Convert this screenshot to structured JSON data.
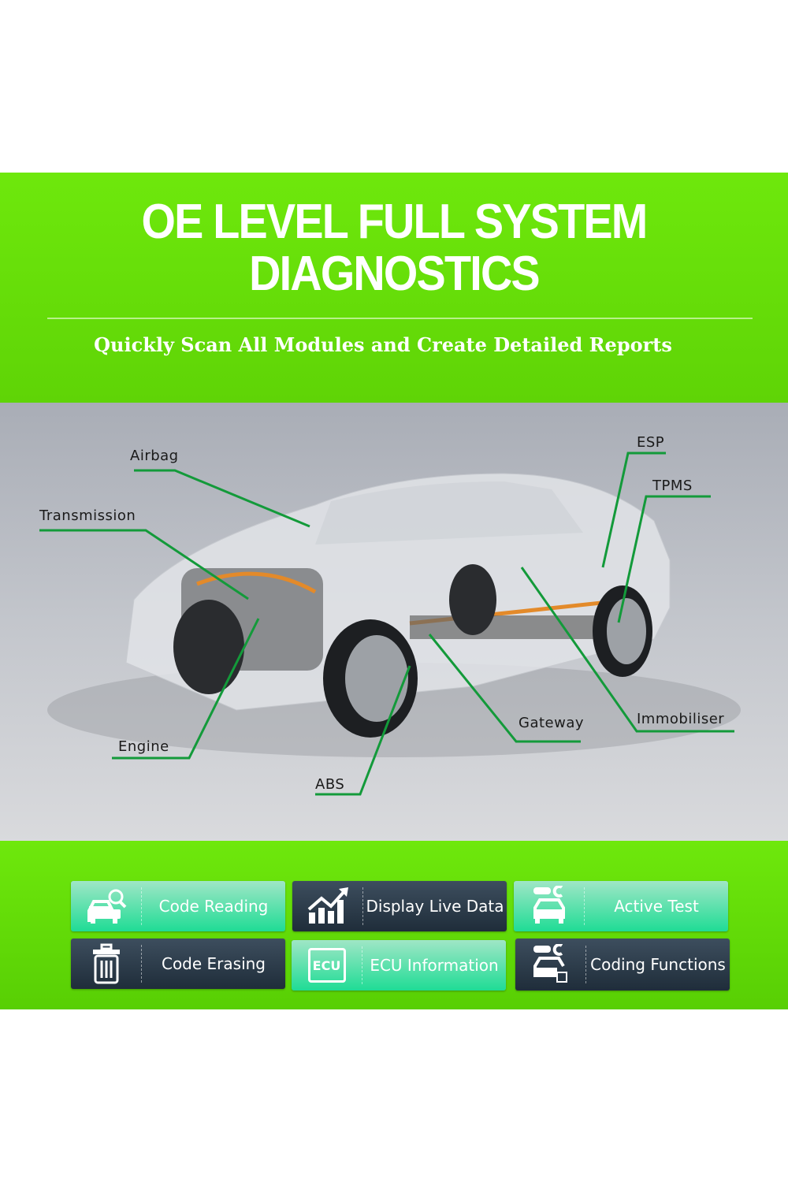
{
  "header": {
    "title_line1": "OE LEVEL FULL SYSTEM",
    "title_line2": "DIAGNOSTICS",
    "subtitle": "Quickly Scan All Modules and Create Detailed Reports"
  },
  "labels": {
    "airbag": "Airbag",
    "transmission": "Transmission",
    "engine": "Engine",
    "abs": "ABS",
    "esp": "ESP",
    "tpms": "TPMS",
    "gateway": "Gateway",
    "immobiliser": "Immobiliser"
  },
  "features": [
    {
      "label": "Code Reading",
      "icon": "car-search-icon"
    },
    {
      "label": "Display Live Data",
      "icon": "chart-up-icon"
    },
    {
      "label": "Active Test",
      "icon": "car-wrench-icon"
    },
    {
      "label": "Code Erasing",
      "icon": "trash-icon"
    },
    {
      "label": "ECU Information",
      "icon": "ecu-icon",
      "icon_text": "ECU"
    },
    {
      "label": "Coding Functions",
      "icon": "car-chip-icon"
    }
  ],
  "colors": {
    "green": "#6ee80c",
    "teal": "#1fdc95",
    "dark": "#1f2d3a",
    "line": "#139a3a"
  }
}
